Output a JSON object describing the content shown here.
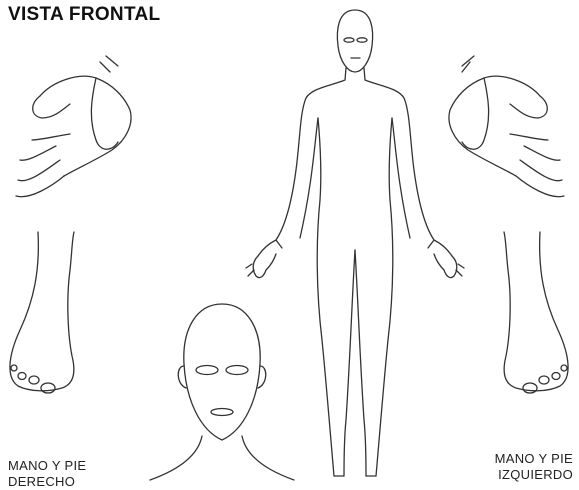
{
  "title": "VISTA FRONTAL",
  "labels": {
    "right_side": [
      "MANO Y PIE",
      "DERECHO"
    ],
    "left_side": [
      "MANO Y PIE",
      "IZQUIERDO"
    ]
  }
}
